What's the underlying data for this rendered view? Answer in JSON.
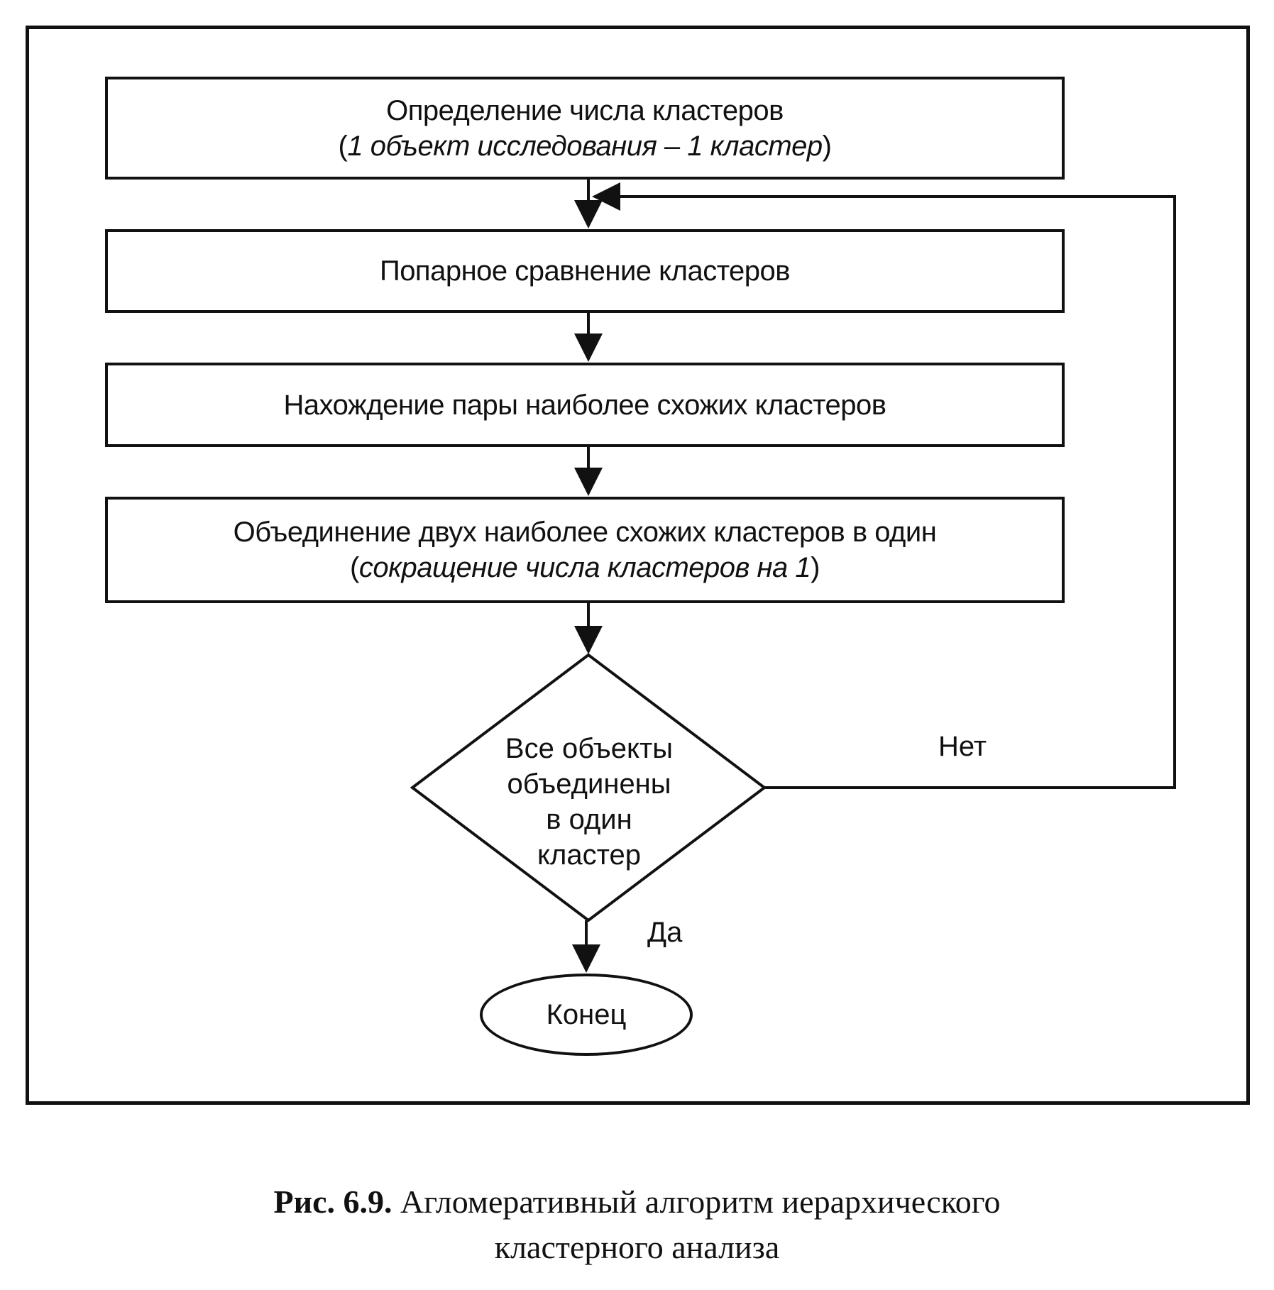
{
  "steps": [
    {
      "line1": "Определение числа кластеров",
      "line2_open": "(",
      "line2_italic": "1 объект исследования – 1 кластер",
      "line2_close": ")"
    },
    {
      "line1": "Попарное сравнение кластеров"
    },
    {
      "line1": "Нахождение пары наиболее схожих кластеров"
    },
    {
      "line1": "Объединение двух наиболее схожих кластеров в один",
      "line2_open": "(",
      "line2_italic": "сокращение числа кластеров на 1",
      "line2_close": ")"
    }
  ],
  "decision": {
    "lines": [
      "Все объекты",
      "объединены",
      "в один",
      "кластер"
    ],
    "no_label": "Нет",
    "yes_label": "Да"
  },
  "end_label": "Конец",
  "caption": {
    "prefix": "Рис. 6.9.",
    "line1": "Агломеративный алгоритм иерархического",
    "line2": "кластерного анализа"
  }
}
